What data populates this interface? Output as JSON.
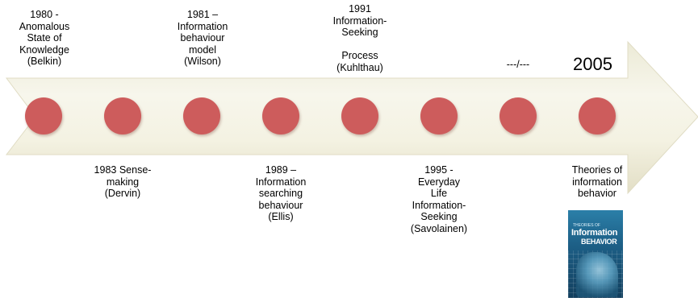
{
  "timeline": {
    "events_above": [
      {
        "id": "belkin",
        "text": "1980 -\nAnomalous\nState of\nKnowledge\n(Belkin)"
      },
      {
        "id": "wilson",
        "text": "1981 –\nInformation\nbehaviour\nmodel\n(Wilson)"
      },
      {
        "id": "kuhlthau",
        "text": "1991\nInformation-\nSeeking\n\nProcess\n(Kuhlthau)"
      },
      {
        "id": "gap",
        "text": "---/---"
      }
    ],
    "events_below": [
      {
        "id": "dervin",
        "text": "1983 Sense-\nmaking\n(Dervin)"
      },
      {
        "id": "ellis",
        "text": "1989 –\nInformation\nsearching\nbehaviour\n(Ellis)"
      },
      {
        "id": "savolainen",
        "text": "1995 -\nEveryday\nLife\nInformation-\nSeeking\n(Savolainen)"
      },
      {
        "id": "theories",
        "text": "Theories of\ninformation\nbehavior"
      }
    ],
    "final_year": "2005",
    "marker_count": 8
  },
  "book_cover": {
    "series": "THEORIES OF",
    "title_line1": "Information",
    "title_line2": "BEHAVIOR"
  },
  "colors": {
    "marker": "#cd5c5c",
    "arrow_light": "#f7f5ea",
    "arrow_mid": "#e8e4cf"
  }
}
